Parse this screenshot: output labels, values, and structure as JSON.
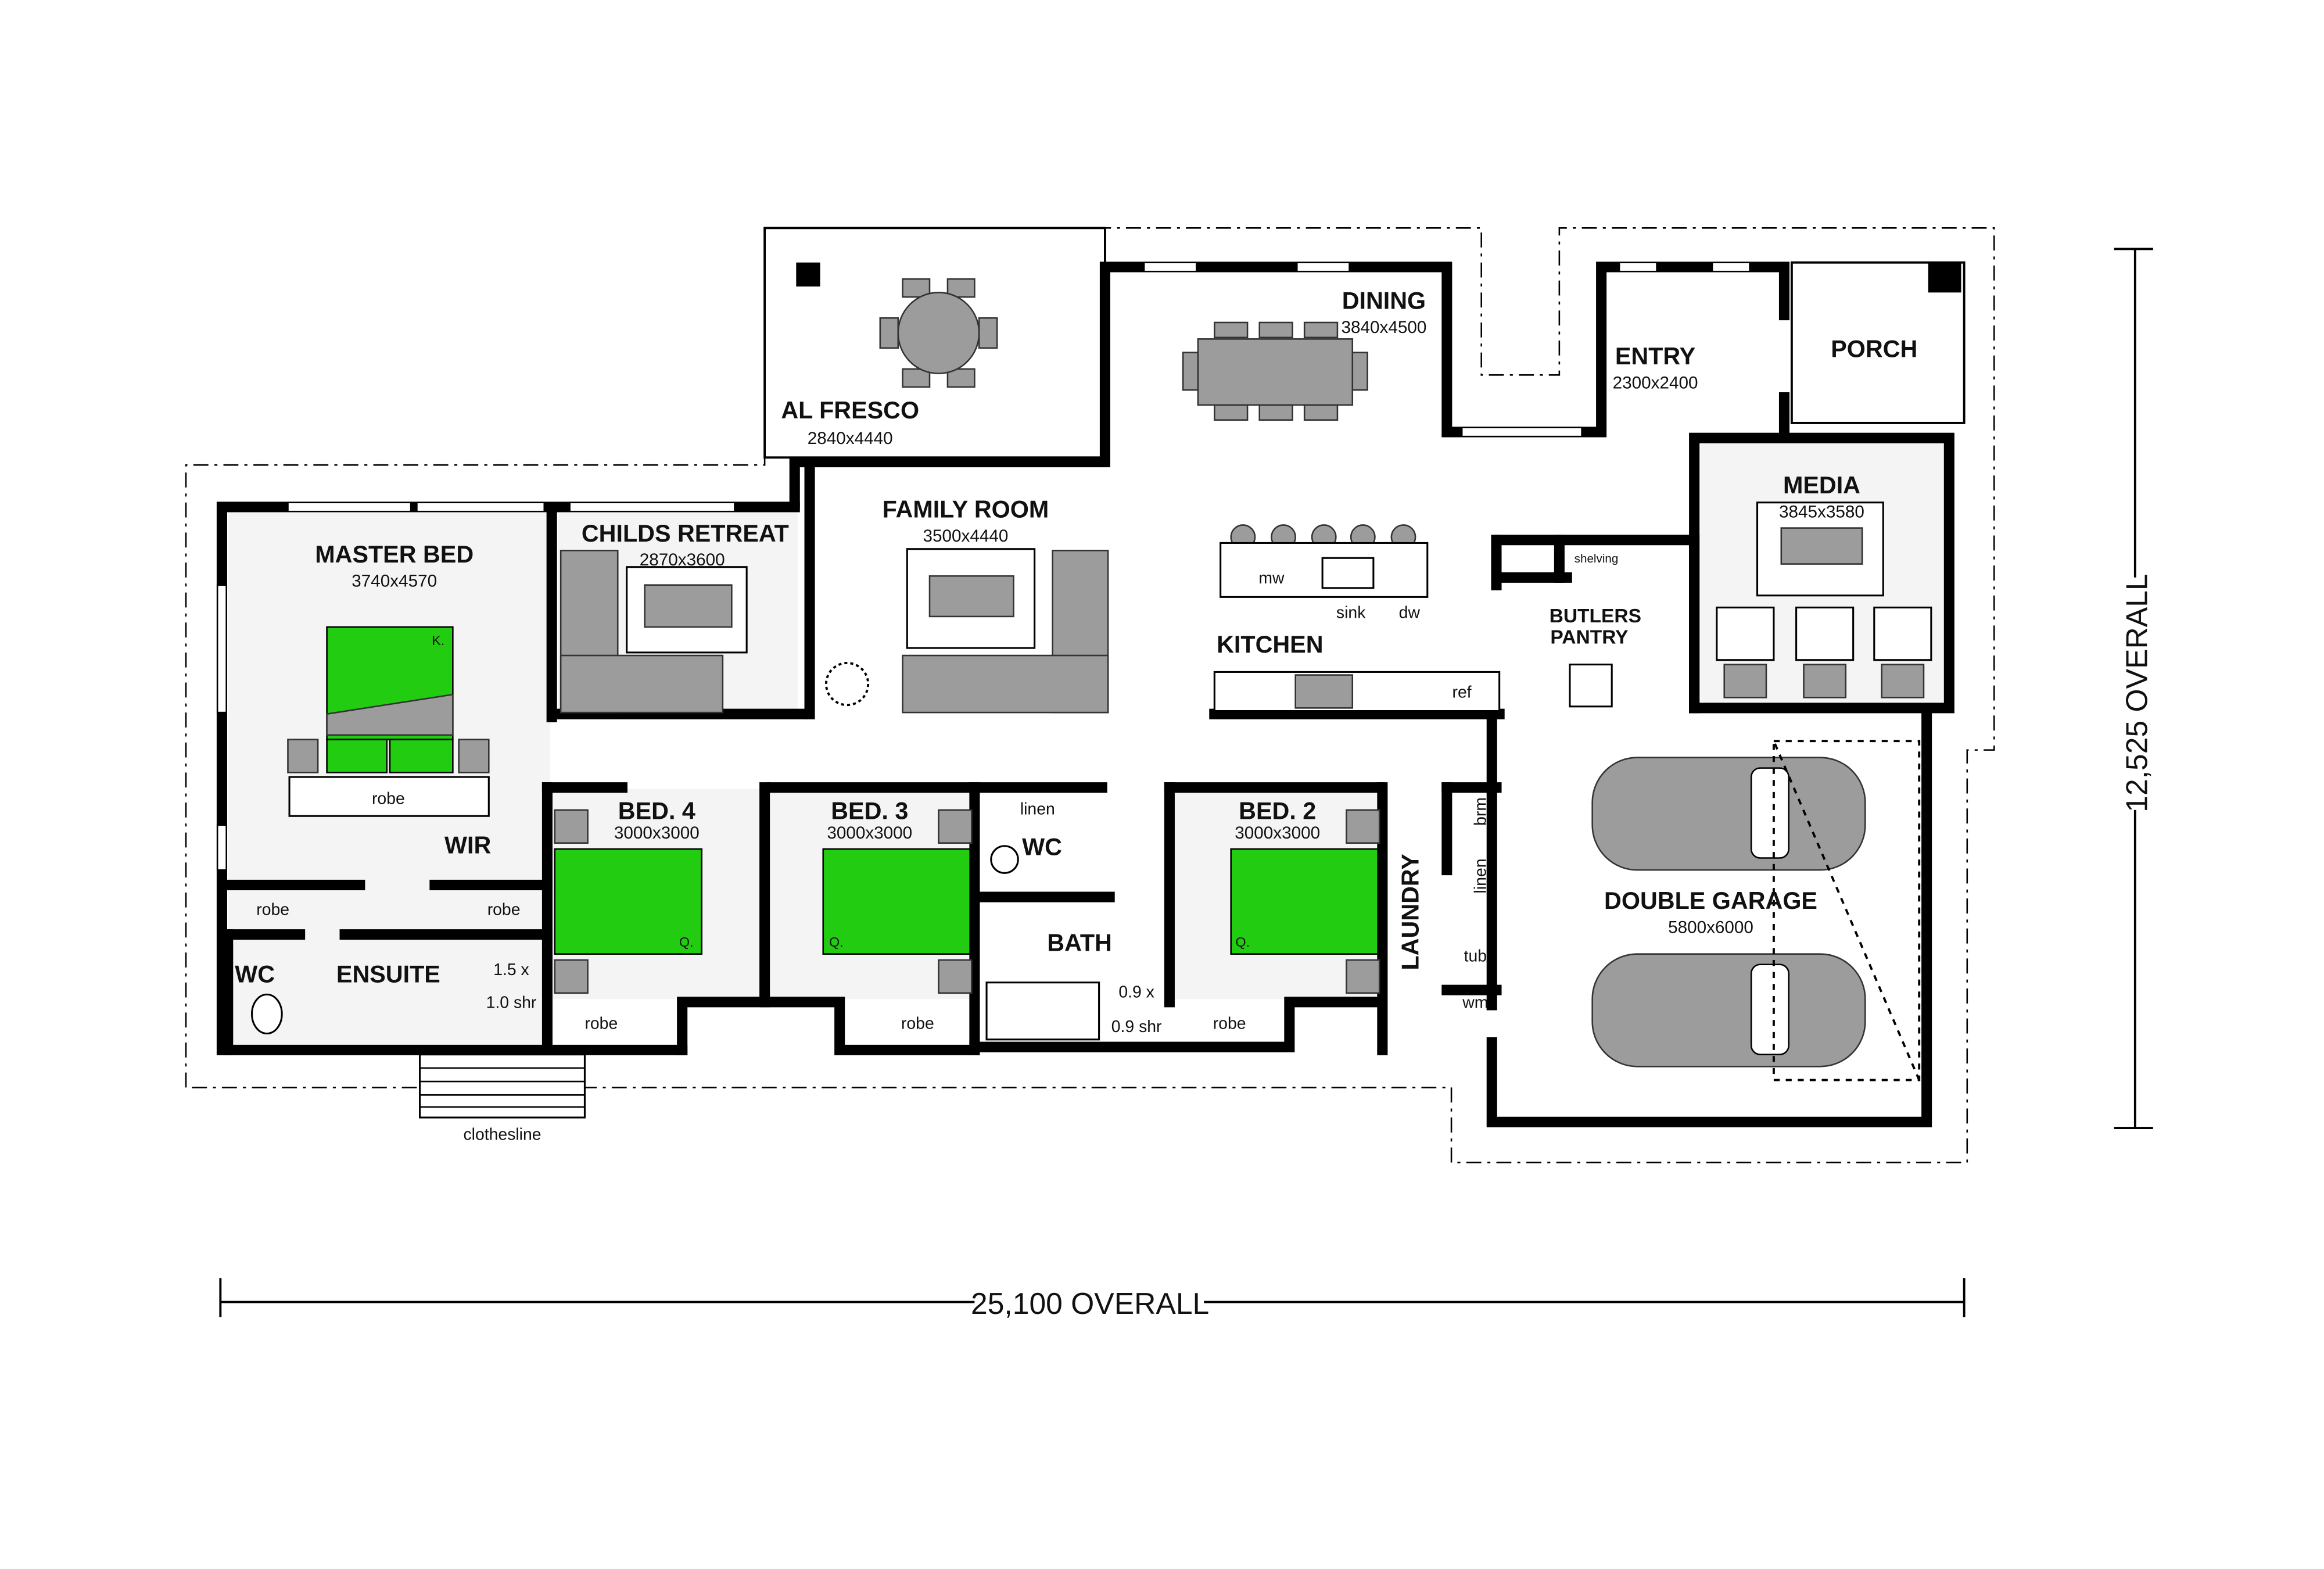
{
  "rooms": {
    "al_fresco": {
      "name": "AL FRESCO",
      "size": "2840x4440"
    },
    "dining": {
      "name": "DINING",
      "size": "3840x4500"
    },
    "entry": {
      "name": "ENTRY",
      "size": "2300x2400"
    },
    "porch": {
      "name": "PORCH"
    },
    "family_room": {
      "name": "FAMILY ROOM",
      "size": "3500x4440"
    },
    "childs_retreat": {
      "name": "CHILDS RETREAT",
      "size": "2870x3600"
    },
    "master_bed": {
      "name": "MASTER BED",
      "size": "3740x4570"
    },
    "media": {
      "name": "MEDIA",
      "size": "3845x3580"
    },
    "kitchen": {
      "name": "KITCHEN"
    },
    "butlers_pantry": {
      "name_line1": "BUTLERS",
      "name_line2": "PANTRY"
    },
    "bed4": {
      "name": "BED. 4",
      "size": "3000x3000"
    },
    "bed3": {
      "name": "BED. 3",
      "size": "3000x3000"
    },
    "bed2": {
      "name": "BED. 2",
      "size": "3000x3000"
    },
    "wir": {
      "name": "WIR"
    },
    "ensuite": {
      "name": "ENSUITE"
    },
    "wc_ensuite": {
      "name": "WC"
    },
    "wc_main": {
      "name": "WC"
    },
    "bath": {
      "name": "BATH"
    },
    "laundry": {
      "name": "LAUNDRY"
    },
    "garage": {
      "name": "DOUBLE GARAGE",
      "size": "5800x6000"
    }
  },
  "fixtures": {
    "robe": "robe",
    "linen": "linen",
    "mw": "mw",
    "sink": "sink",
    "dw": "dw",
    "ref": "ref",
    "shelving": "shelving",
    "brm": "brm",
    "tub": "tub",
    "wm": "wm",
    "shower_ensuite_1": "1.5 x",
    "shower_ensuite_2": "1.0 shr",
    "shower_bath_1": "0.9 x",
    "shower_bath_2": "0.9 shr",
    "clothesline": "clothesline",
    "king": "K.",
    "queen": "Q."
  },
  "dimensions": {
    "overall_width": "25,100 OVERALL",
    "overall_depth": "12,525 OVERALL"
  },
  "colors": {
    "bed": "#22cc11",
    "furniture": "#9c9c9c",
    "wall": "#000000"
  }
}
